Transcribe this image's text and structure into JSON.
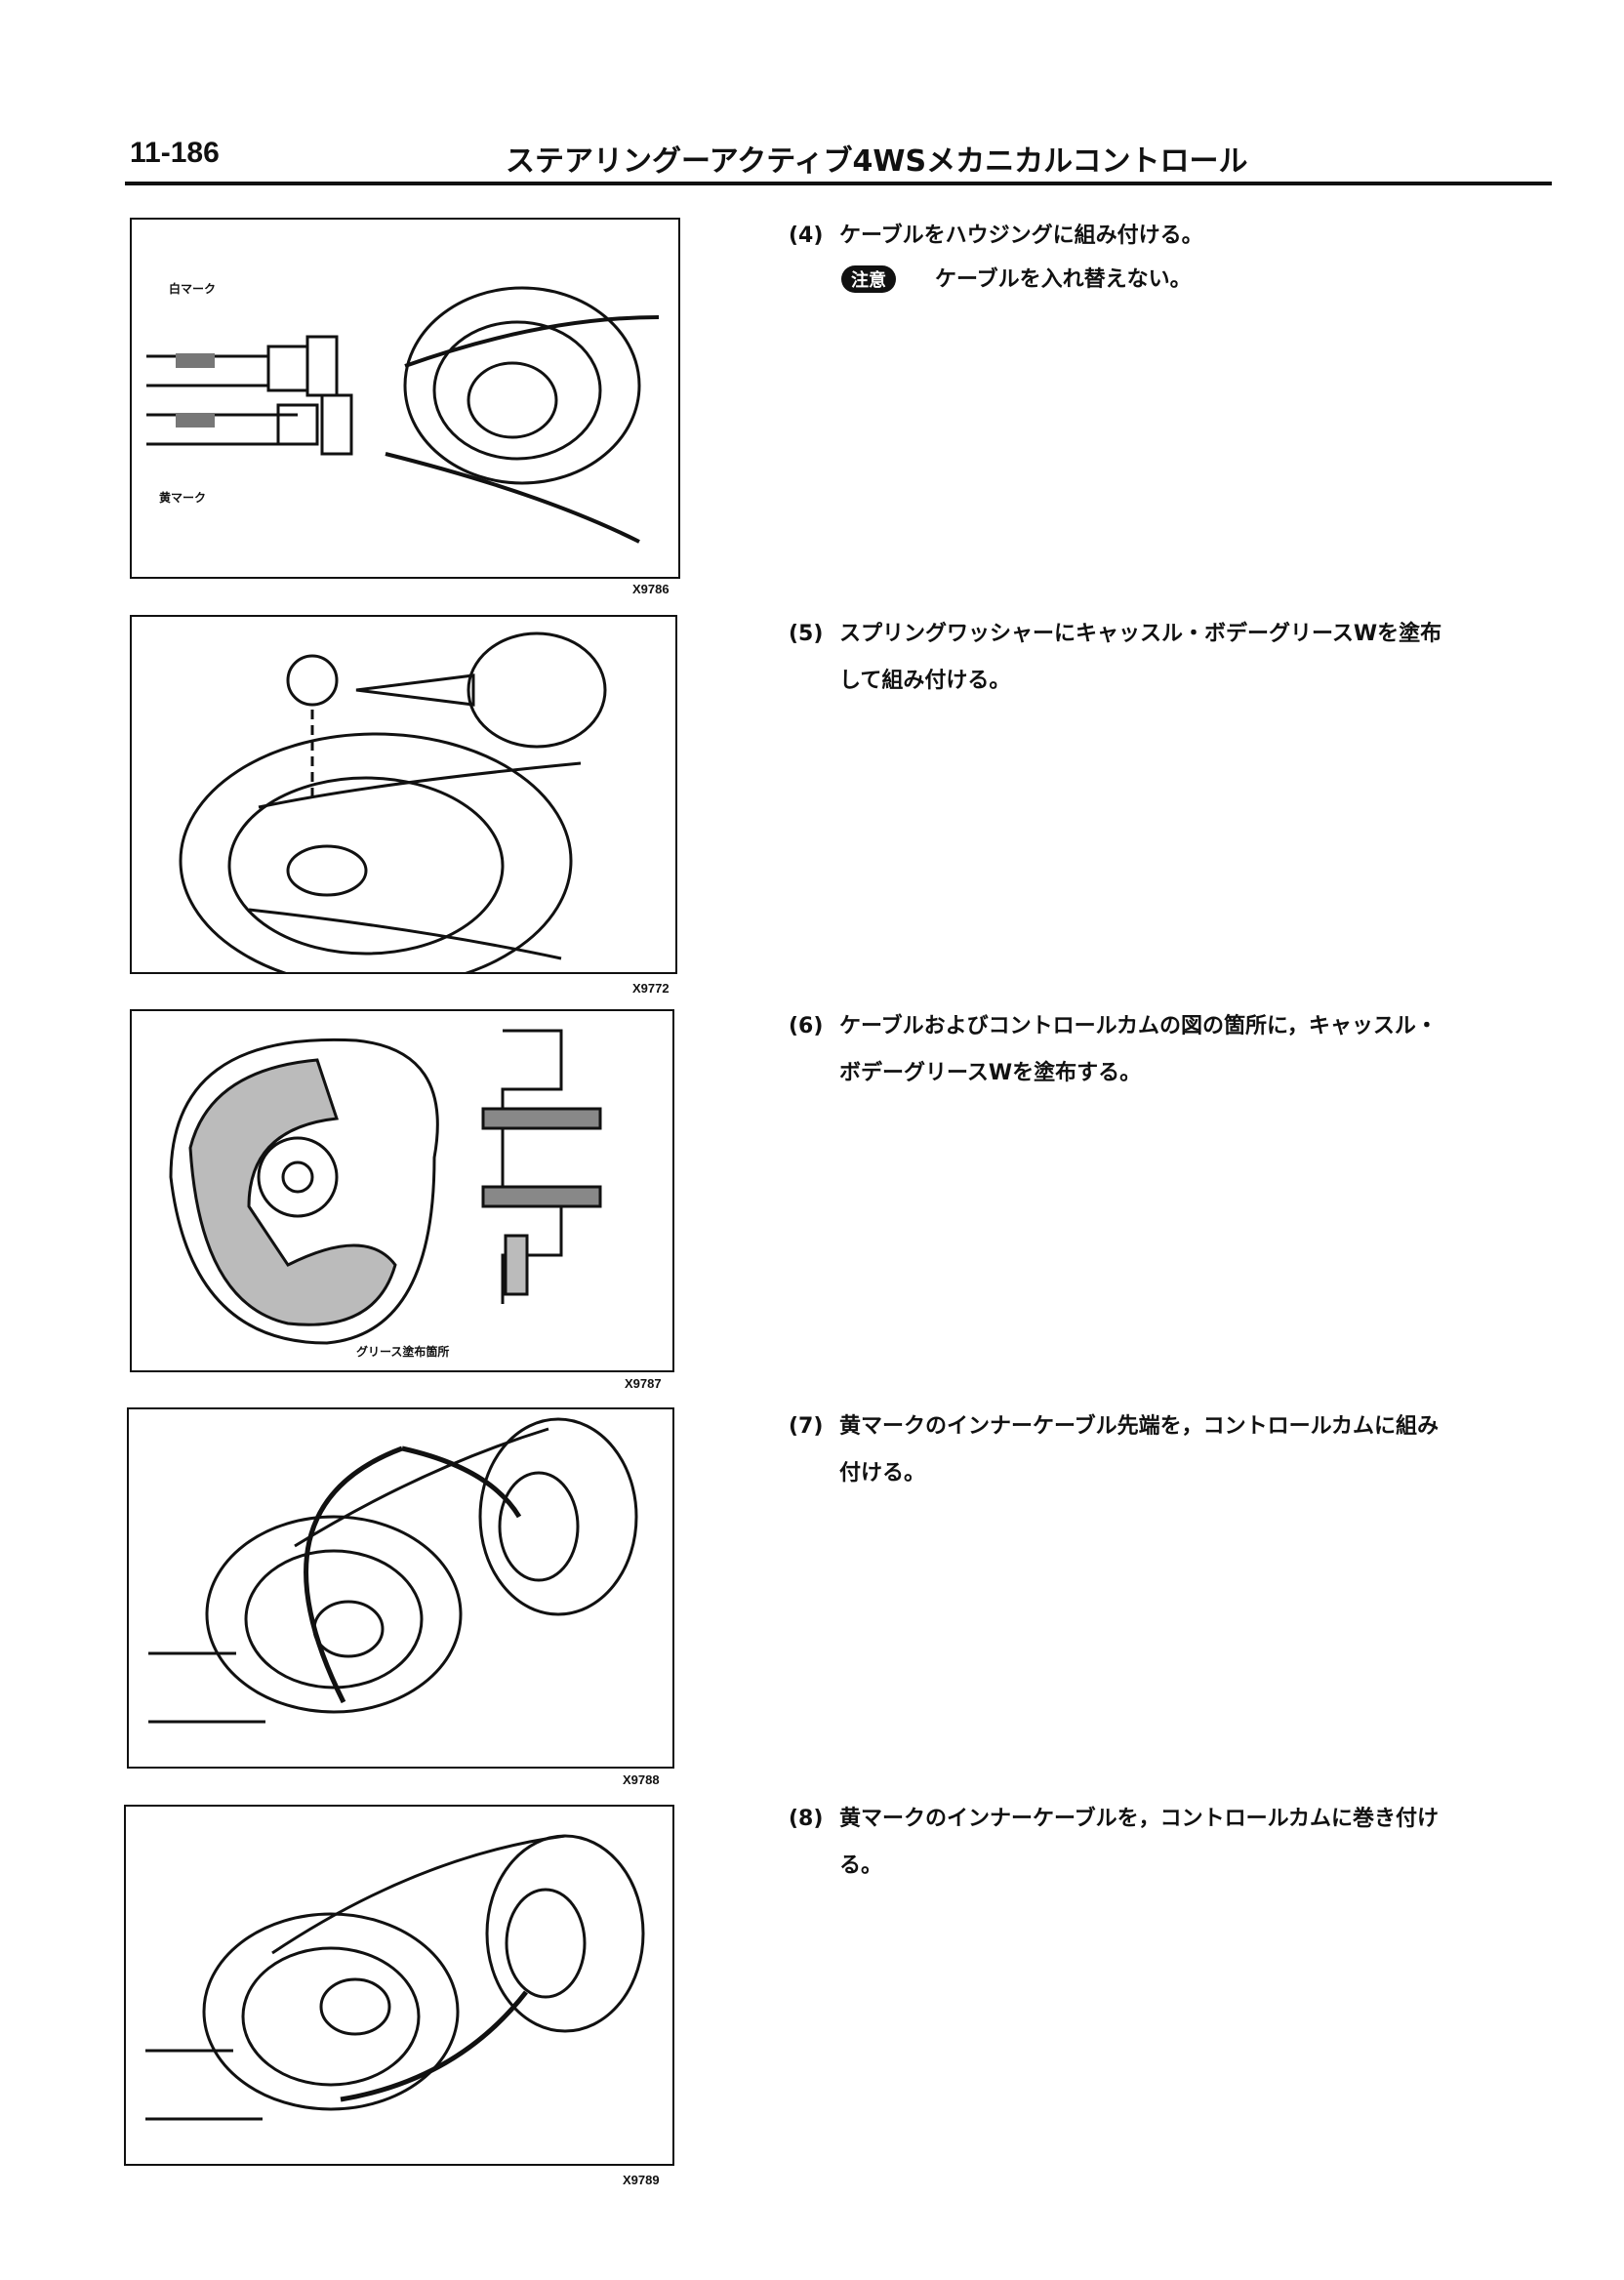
{
  "header": {
    "page_number": "11-186",
    "title": "ステアリングーアクティブ4WSメカニカルコントロール"
  },
  "figures": [
    {
      "code": "X9786",
      "labels": [
        "白マーク",
        "黄マーク"
      ]
    },
    {
      "code": "X9772"
    },
    {
      "code": "X9787",
      "labels": [
        "グリース塗布箇所"
      ]
    },
    {
      "code": "X9788"
    },
    {
      "code": "X9789"
    }
  ],
  "steps": [
    {
      "num": "(4)",
      "line1": "ケーブルをハウジングに組み付ける。",
      "note_badge": "注意",
      "note": "ケーブルを入れ替えない。"
    },
    {
      "num": "(5)",
      "line1": "スプリングワッシャーにキャッスル・ボデーグリースWを塗布",
      "line2": "して組み付ける。"
    },
    {
      "num": "(6)",
      "line1": "ケーブルおよびコントロールカムの図の箇所に，キャッスル・",
      "line2": "ボデーグリースWを塗布する。"
    },
    {
      "num": "(7)",
      "line1": "黄マークのインナーケーブル先端を，コントロールカムに組み",
      "line2": "付ける。"
    },
    {
      "num": "(8)",
      "line1": "黄マークのインナーケーブルを，コントロールカムに巻き付け",
      "line2": "る。"
    }
  ]
}
